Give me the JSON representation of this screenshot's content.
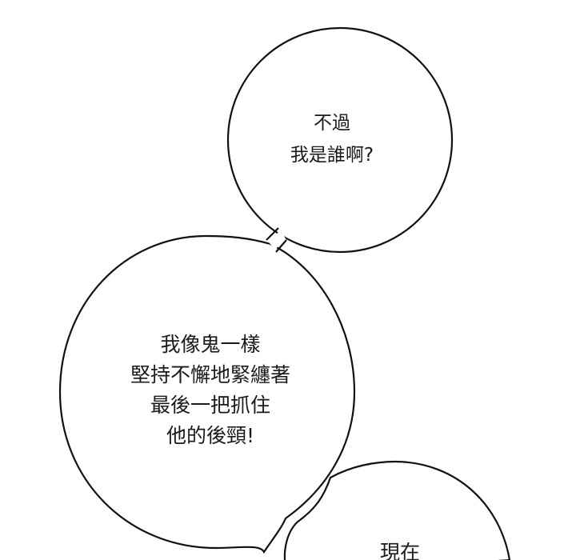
{
  "bubbles": [
    {
      "lines": [
        "不過",
        "我是誰啊?"
      ]
    },
    {
      "lines": [
        "我像鬼一樣",
        "堅持不懈地緊纏著",
        "最後一把抓住",
        "他的後頸!"
      ]
    },
    {
      "lines": [
        "現在"
      ]
    }
  ],
  "colors": {
    "background": "#ffffff",
    "outline": "#111111",
    "text": "#1a1a1a"
  }
}
